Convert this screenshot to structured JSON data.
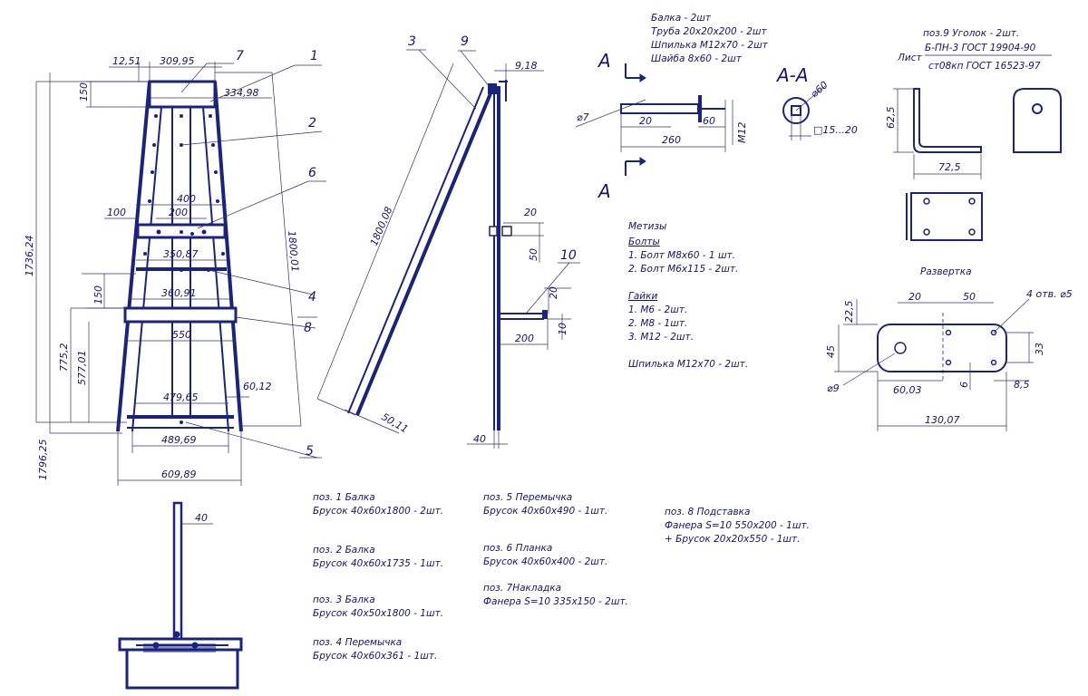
{
  "front_view": {
    "dims": {
      "top_offset": "12,51",
      "top_width": "309,95",
      "top_outer": "334,98",
      "plate_height": "150",
      "width_400": "400",
      "width_200": "200",
      "left_100": "100",
      "bar_35087": "350,87",
      "bar_36091": "360,91",
      "h150": "150",
      "w550": "550",
      "w47965": "479,65",
      "w6012": "60,12",
      "w48969": "489,69",
      "w60989": "609,89",
      "h77520": "775,2",
      "h57701": "577,01",
      "h173624": "1736,24",
      "h179625": "1796,25",
      "h180001": "1800,01"
    },
    "positions": {
      "p1": "1",
      "p2": "2",
      "p4": "4",
      "p5": "5",
      "p6": "6",
      "p7": "7",
      "p8": "8"
    }
  },
  "side_view": {
    "dims": {
      "d918": "9,18",
      "d180008": "1800,08",
      "d5011": "50,11",
      "d40": "40",
      "d20": "20",
      "d50": "50",
      "d20b": "20",
      "d10": "10",
      "d200": "200"
    },
    "positions": {
      "p3": "3",
      "p9": "9",
      "p10": "10"
    }
  },
  "top_view": {
    "dims": {
      "d40": "40"
    }
  },
  "beam_detail": {
    "notes": [
      "Балка - 2шт",
      "Труба 20х20х200 - 2шт",
      "Шпилька М12х70 - 2шт",
      "Шайба 8х60 - 2шт"
    ],
    "section_label": "A",
    "section_title": "A-A",
    "dims": {
      "phi7": "⌀7",
      "d20": "20",
      "d60": "60",
      "d260": "260",
      "m12": "M12",
      "phi60": "⌀60",
      "sq": "□15...20"
    }
  },
  "angle_detail": {
    "title": "поз.9 Уголок - 2шт.",
    "sheet_label": "Лист",
    "gost1": "Б-ПН-3 ГОСТ 19904-90",
    "gost2": "ст08кп ГОСТ 16523-97",
    "dims": {
      "d625": "62,5",
      "d725": "72,5"
    }
  },
  "hardware": {
    "title": "Метизы",
    "bolts_title": "Болты",
    "bolts": [
      "1. Болт М8х60 - 1 шт.",
      "2. Болт М6х115 - 2шт."
    ],
    "nuts_title": "Гайки",
    "nuts": [
      "1. М6 - 2шт.",
      "2. М8 - 1шт.",
      "3. М12 - 2шт."
    ],
    "stud": "Шпилька М12х70 - 2шт."
  },
  "development": {
    "title": "Развертка",
    "dims": {
      "d20": "20",
      "d50": "50",
      "holes": "4 отв. ⌀5",
      "d225": "22,5",
      "d45": "45",
      "d33": "33",
      "phi9": "⌀9",
      "d6003": "60,03",
      "d6": "6",
      "d85": "8,5",
      "d13007": "130,07"
    }
  },
  "parts_list": {
    "col1": [
      [
        "поз. 1 Балка",
        "Брусок 40х60х1800 - 2шт."
      ],
      [
        "поз. 2 Балка",
        "Брусок 40х60х1735 - 1шт."
      ],
      [
        "поз. 3 Балка",
        "Брусок 40х50х1800 - 1шт."
      ],
      [
        "поз. 4 Перемычка",
        "Брусок 40х60х361 - 1шт."
      ]
    ],
    "col2": [
      [
        "поз. 5 Перемычка",
        "Брусок 40х60х490 - 1шт."
      ],
      [
        "поз. 6 Планка",
        "Брусок 40х60х400 - 2шт."
      ],
      [
        "поз. 7Накладка",
        "Фанера S=10 335х150 - 2шт."
      ]
    ],
    "col3": [
      [
        "поз. 8 Подставка",
        "Фанера S=10 550х200 - 1шт.",
        "+ Брусок 20х20х550 - 1шт."
      ]
    ]
  },
  "colors": {
    "ink": "#1a237e"
  }
}
